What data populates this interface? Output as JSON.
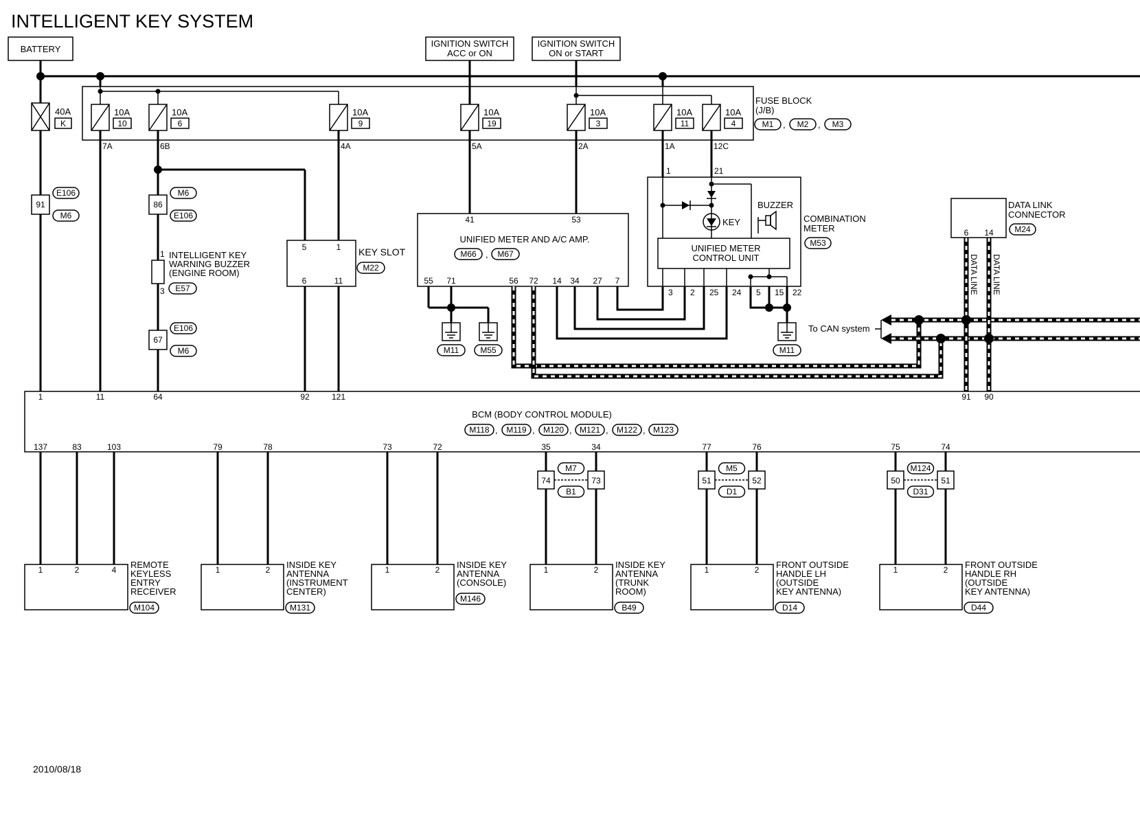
{
  "title": "INTELLIGENT KEY SYSTEM",
  "date": "2010/08/18",
  "sources": {
    "battery": "BATTERY",
    "ign_acc": [
      "IGNITION SWITCH",
      "ACC or ON"
    ],
    "ign_on": [
      "IGNITION SWITCH",
      "ON or START"
    ]
  },
  "fuse_block": {
    "label": [
      "FUSE BLOCK",
      "(J/B)"
    ],
    "connectors": [
      "M1",
      "M2",
      "M3"
    ],
    "fuses": [
      {
        "amp": "10A",
        "num": "10",
        "terminal": "7A"
      },
      {
        "amp": "10A",
        "num": "6",
        "terminal": "6B"
      },
      {
        "amp": "10A",
        "num": "9",
        "terminal": "4A"
      },
      {
        "amp": "10A",
        "num": "19",
        "terminal": "5A"
      },
      {
        "amp": "10A",
        "num": "3",
        "terminal": "2A"
      },
      {
        "amp": "10A",
        "num": "11",
        "terminal": "1A"
      },
      {
        "amp": "10A",
        "num": "4",
        "terminal": "12C"
      }
    ]
  },
  "fusible_link": {
    "amp": "40A",
    "id": "K"
  },
  "joints": {
    "j1": {
      "pin": "91",
      "top": "E106",
      "bottom": "M6"
    },
    "j2": {
      "pin": "86",
      "top": "M6",
      "bottom": "E106"
    },
    "j3": {
      "pin": "67",
      "top": "E106",
      "bottom": "M6"
    }
  },
  "buzzer": {
    "label": [
      "INTELLIGENT KEY",
      "WARNING BUZZER",
      "(ENGINE ROOM)"
    ],
    "pin_top": "1",
    "pin_bottom": "3",
    "connector": "E57"
  },
  "key_slot": {
    "label": "KEY SLOT",
    "connector": "M22",
    "pins_top": [
      "5",
      "1"
    ],
    "pins_bottom": [
      "6",
      "11"
    ]
  },
  "meter_amp": {
    "label": "UNIFIED METER AND A/C AMP.",
    "connectors": [
      "M66",
      "M67"
    ],
    "pins_top": [
      "41",
      "53"
    ],
    "pins_bottom": [
      "55",
      "71",
      "56",
      "72",
      "14",
      "34",
      "27",
      "7"
    ]
  },
  "grounds": [
    "M11",
    "M55",
    "M11"
  ],
  "combination_meter": {
    "label": [
      "COMBINATION",
      "METER"
    ],
    "connector": "M53",
    "control_unit": [
      "UNIFIED METER",
      "CONTROL UNIT"
    ],
    "buzzer": "BUZZER",
    "key": "KEY",
    "pins_top": [
      "1",
      "21"
    ],
    "pins_bottom": [
      "3",
      "2",
      "25",
      "24",
      "5",
      "15",
      "22"
    ]
  },
  "data_link": {
    "label": [
      "DATA LINK",
      "CONNECTOR"
    ],
    "connector": "M24",
    "pins": [
      "6",
      "14"
    ],
    "line_label": "DATA LINE"
  },
  "can_label": "To CAN system",
  "bcm": {
    "label": "BCM (BODY CONTROL MODULE)",
    "connectors": [
      "M118",
      "M119",
      "M120",
      "M121",
      "M122",
      "M123"
    ],
    "pins_top": [
      "1",
      "11",
      "64",
      "92",
      "121",
      "91",
      "90"
    ],
    "pins_bottom": [
      "137",
      "83",
      "103",
      "79",
      "78",
      "73",
      "72",
      "35",
      "34",
      "77",
      "76",
      "75",
      "74"
    ]
  },
  "inline": [
    {
      "top": "M7",
      "bottom": "B1",
      "left": "74",
      "right": "73"
    },
    {
      "top": "M5",
      "bottom": "D1",
      "left": "51",
      "right": "52"
    },
    {
      "top": "M124",
      "bottom": "D31",
      "left": "50",
      "right": "51"
    }
  ],
  "components": [
    {
      "label": [
        "REMOTE",
        "KEYLESS",
        "ENTRY",
        "RECEIVER"
      ],
      "connector": "M104",
      "pins": [
        "1",
        "2",
        "4"
      ]
    },
    {
      "label": [
        "INSIDE KEY",
        "ANTENNA",
        "(INSTRUMENT",
        " CENTER)"
      ],
      "connector": "M131",
      "pins": [
        "1",
        "2"
      ]
    },
    {
      "label": [
        "INSIDE KEY",
        "ANTENNA",
        "(CONSOLE)"
      ],
      "connector": "M146",
      "pins": [
        "1",
        "2"
      ]
    },
    {
      "label": [
        "INSIDE KEY",
        "ANTENNA",
        "(TRUNK",
        " ROOM)"
      ],
      "connector": "B49",
      "pins": [
        "1",
        "2"
      ]
    },
    {
      "label": [
        "FRONT OUTSIDE",
        "HANDLE LH",
        "(OUTSIDE",
        " KEY ANTENNA)"
      ],
      "connector": "D14",
      "pins": [
        "1",
        "2"
      ]
    },
    {
      "label": [
        "FRONT OUTSIDE",
        "HANDLE RH",
        "(OUTSIDE",
        " KEY ANTENNA)"
      ],
      "connector": "D44",
      "pins": [
        "1",
        "2"
      ]
    }
  ]
}
